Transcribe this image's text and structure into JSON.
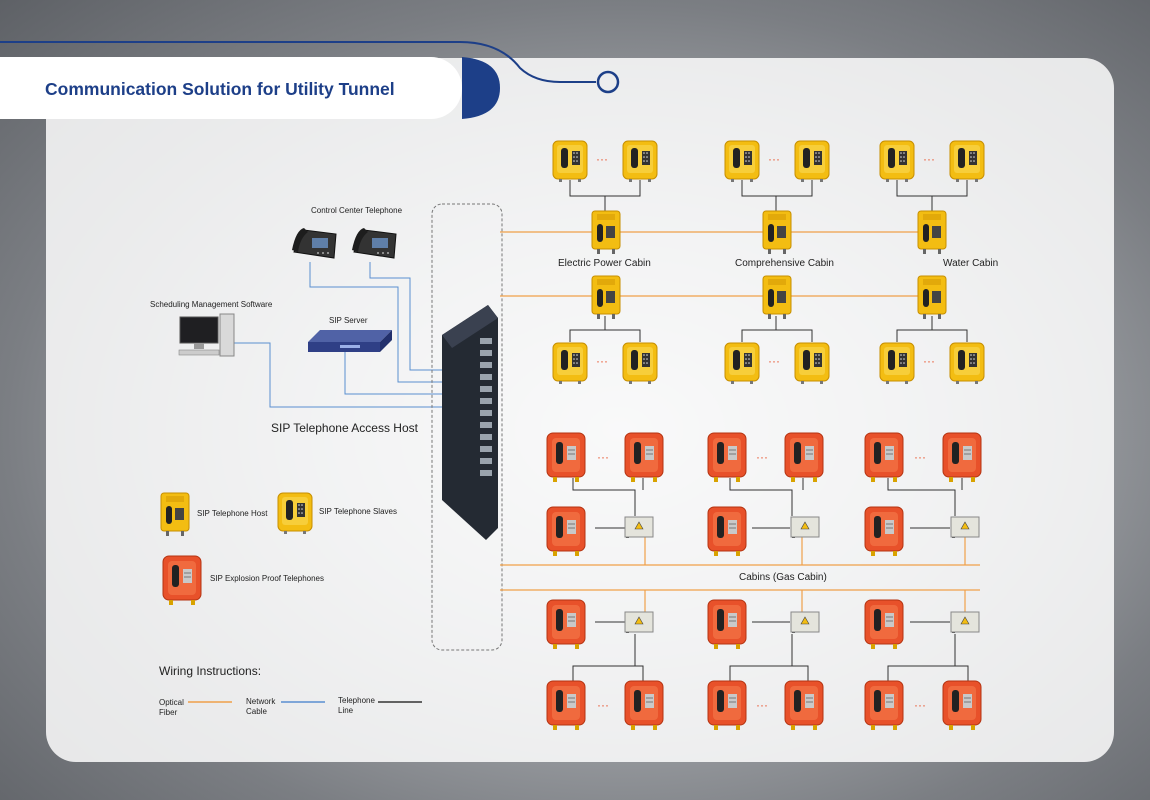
{
  "title": "Communication Solution for Utility Tunnel",
  "devices": {
    "control_center_telephone": "Control Center Telephone",
    "scheduling_software": "Scheduling Management Software",
    "sip_server": "SIP Server",
    "access_host": "SIP Telephone Access Host"
  },
  "cabins": {
    "electric": "Electric Power Cabin",
    "comprehensive": "Comprehensive Cabin",
    "water": "Water Cabin",
    "gas": "Cabins (Gas Cabin)"
  },
  "legend": {
    "sip_host": "SIP Telephone Host",
    "sip_slaves": "SIP Telephone Slaves",
    "explosion_proof": "SIP Explosion Proof Telephones"
  },
  "wiring": {
    "title": "Wiring Instructions:",
    "optical_l1": "Optical",
    "optical_l2": "Fiber",
    "network_l1": "Network",
    "network_l2": "Cable",
    "telephone_l1": "Telephone",
    "telephone_l2": "Line"
  },
  "dots": "···",
  "colors": {
    "title_blue": "#1d3f88",
    "optical_fiber": "#f0a049",
    "network_cable": "#5a8fd0",
    "telephone_line": "#333333",
    "yellow_phone": "#f3bd12",
    "orange_phone": "#e8512a"
  }
}
